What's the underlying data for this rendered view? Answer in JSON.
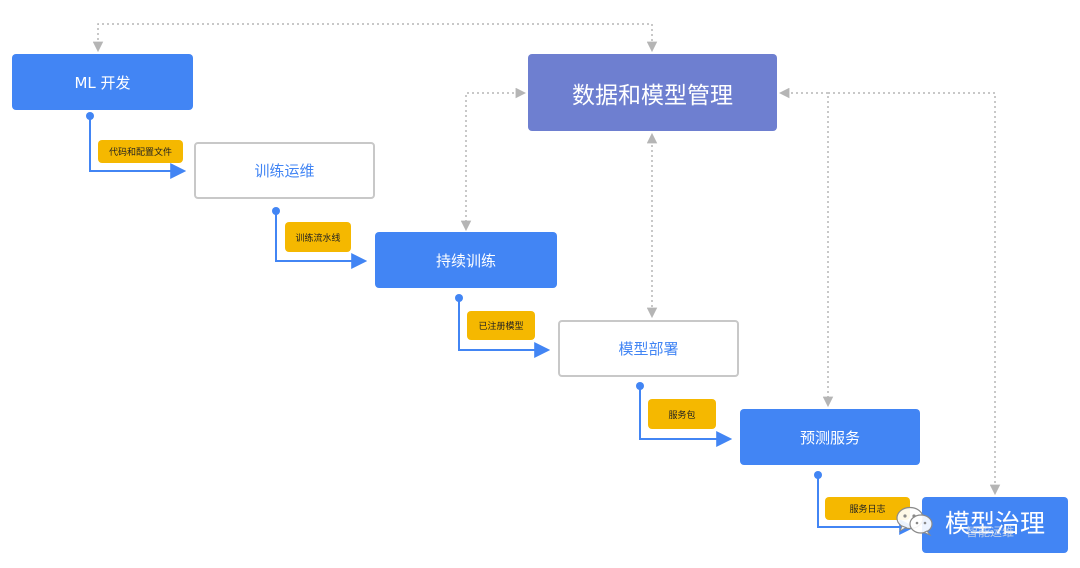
{
  "diagram": {
    "nodes": {
      "ml_dev": "ML 开发",
      "training_ops": "训练运维",
      "continuous_training": "持续训练",
      "model_deployment": "模型部署",
      "prediction_service": "预测服务",
      "data_model_mgmt": "数据和模型管理",
      "model_governance": "模型治理"
    },
    "artifacts": {
      "code_config": "代码和配置文件",
      "training_pipeline": "训练流水线",
      "registered_model": "已注册模型",
      "service_package": "服务包",
      "service_logs": "服务日志"
    },
    "colors": {
      "blue_node": "#4285f4",
      "purple_node": "#6e7fd0",
      "artifact_tag": "#f5b800",
      "flow_line": "#4285f4",
      "dotted_line": "#b5b5b5"
    }
  },
  "watermark": {
    "text": "智能运维"
  }
}
